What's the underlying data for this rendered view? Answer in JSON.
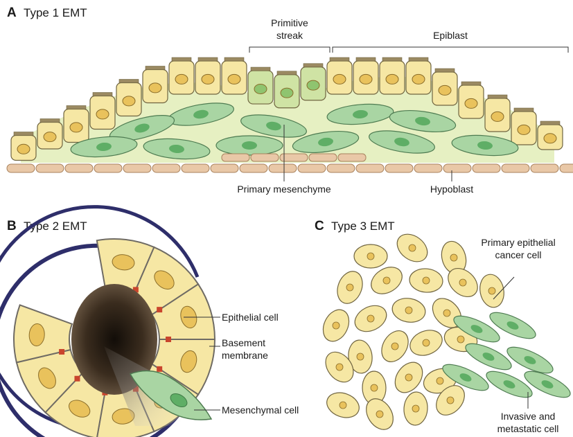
{
  "panels": {
    "a": {
      "letter": "A",
      "title": "Type 1 EMT",
      "labels": {
        "primitive_streak_line1": "Primitive",
        "primitive_streak_line2": "streak",
        "epiblast": "Epiblast",
        "primary_mesenchyme": "Primary mesenchyme",
        "hypoblast": "Hypoblast"
      }
    },
    "b": {
      "letter": "B",
      "title": "Type 2 EMT",
      "labels": {
        "epithelial_cell": "Epithelial cell",
        "basement_membrane_line1": "Basement",
        "basement_membrane_line2": "membrane",
        "mesenchymal_cell": "Mesenchymal cell"
      }
    },
    "c": {
      "letter": "C",
      "title": "Type 3 EMT",
      "labels": {
        "primary_epithelial_line1": "Primary epithelial",
        "primary_epithelial_line2": "cancer cell",
        "invasive_line1": "Invasive and",
        "invasive_line2": "metastatic cell"
      }
    }
  },
  "colors": {
    "epithelial_fill": "#f6e7a4",
    "epithelial_stroke": "#6f6440",
    "nucleus_fill": "#e9c25c",
    "mesenchymal_fill": "#a9d5a3",
    "mesenchymal_nucleus": "#5fae66",
    "hypoblast_fill": "#e9c8a7",
    "matrix_fill": "#e6f0c2",
    "basement_membrane": "#2e2e6a",
    "junction": "#c9452d",
    "lumen": "#2a2118"
  }
}
